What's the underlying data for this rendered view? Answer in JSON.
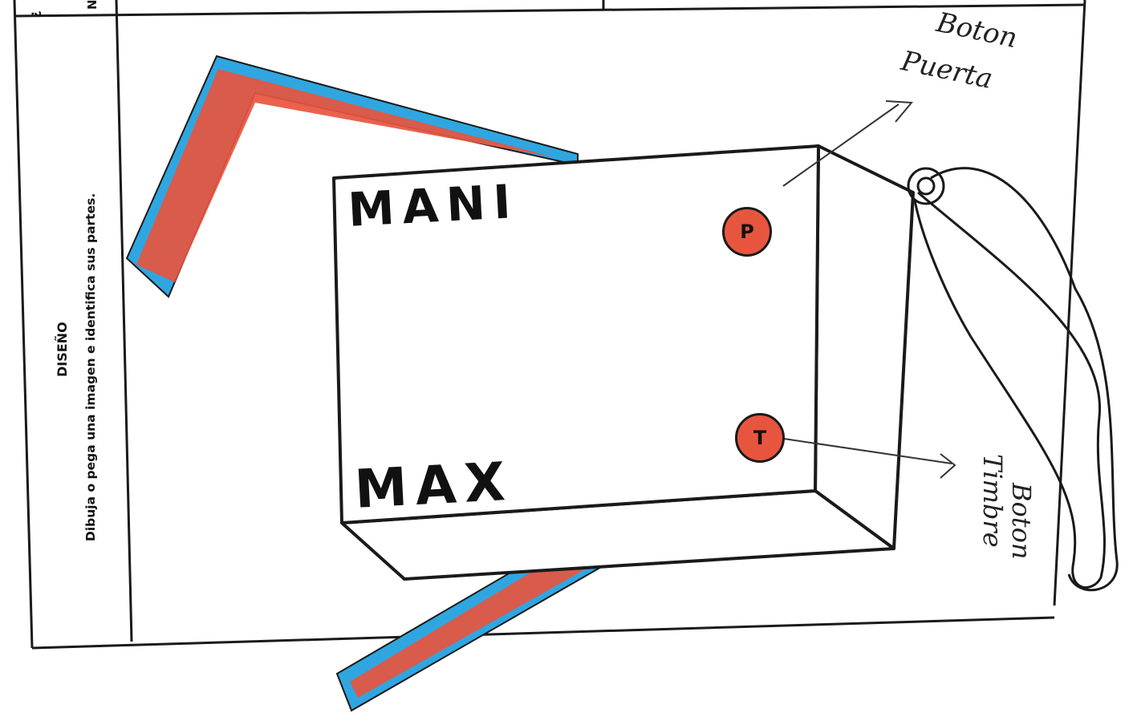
{
  "worksheet": {
    "top_strip_chars": [
      "¿",
      "N"
    ],
    "section_title": "DISEÑO",
    "instruction": "Dibuja o pega una imagen e identifica sus partes."
  },
  "drawing": {
    "brand_top": "MANI",
    "brand_bottom": "MAX",
    "button_p_letter": "P",
    "button_t_letter": "T",
    "annotation_puerta": [
      "Boton",
      "Puerta"
    ],
    "annotation_timbre": [
      "Boton",
      "Timbre"
    ]
  },
  "colors": {
    "ink": "#1a1a1a",
    "marker_blue": "#2fa6e0",
    "marker_red": "#e8553f"
  }
}
